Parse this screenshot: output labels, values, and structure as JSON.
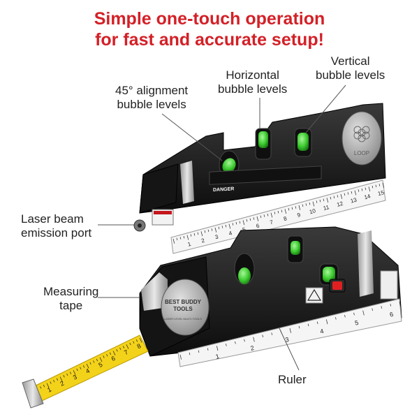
{
  "headline": {
    "line1": "Simple one-touch operation",
    "line2": "for fast and accurate setup!"
  },
  "callouts": {
    "alignment_45": [
      "45° alignment",
      "bubble levels"
    ],
    "horizontal": [
      "Horizontal",
      "bubble levels"
    ],
    "vertical": [
      "Vertical",
      "bubble levels"
    ],
    "laser_port": [
      "Laser beam",
      "emission port"
    ],
    "measuring_tape": [
      "Measuring",
      "tape"
    ],
    "ruler": [
      "Ruler"
    ]
  },
  "product_markings": {
    "top_logo": "LOOP",
    "danger_label": "DANGER",
    "bottom_brand": [
      "BEST BUDDY",
      "TOOLS"
    ],
    "bottom_subtitle": "LASER LEVEL MULTI-TOOLS",
    "top_ruler_numbers": [
      "1",
      "2",
      "3",
      "4",
      "5",
      "6",
      "7",
      "8",
      "9",
      "10",
      "11",
      "12",
      "13",
      "14",
      "15"
    ],
    "bottom_ruler_numbers": [
      "1",
      "2",
      "3",
      "4",
      "5",
      "6"
    ],
    "tape_numbers": [
      "1",
      "2",
      "3",
      "4",
      "5",
      "6",
      "7",
      "8"
    ]
  },
  "colors": {
    "headline": "#d32027",
    "body_black": "#1a1a1a",
    "bubble_green": "#39c834",
    "tape_yellow": "#f3d21a",
    "switch_red": "#e02020"
  }
}
